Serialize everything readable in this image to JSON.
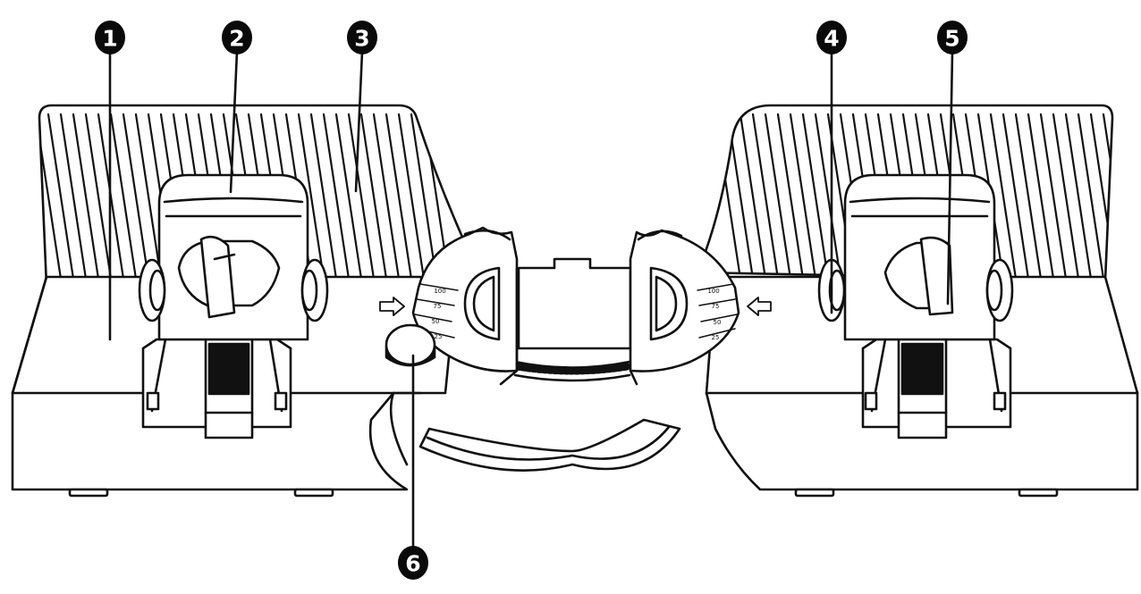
{
  "callouts": [
    {
      "id": "1",
      "label": "1"
    },
    {
      "id": "2",
      "label": "2"
    },
    {
      "id": "3",
      "label": "3"
    },
    {
      "id": "4",
      "label": "4"
    },
    {
      "id": "5",
      "label": "5"
    },
    {
      "id": "6",
      "label": "6"
    }
  ],
  "dial_left_labels": [
    "100",
    "75",
    "50",
    "25"
  ],
  "dial_right_labels": [
    "100",
    "75",
    "50",
    "25"
  ],
  "colors": {
    "line": "#111111",
    "fill": "#ffffff",
    "callout": "#0a0a0a"
  }
}
